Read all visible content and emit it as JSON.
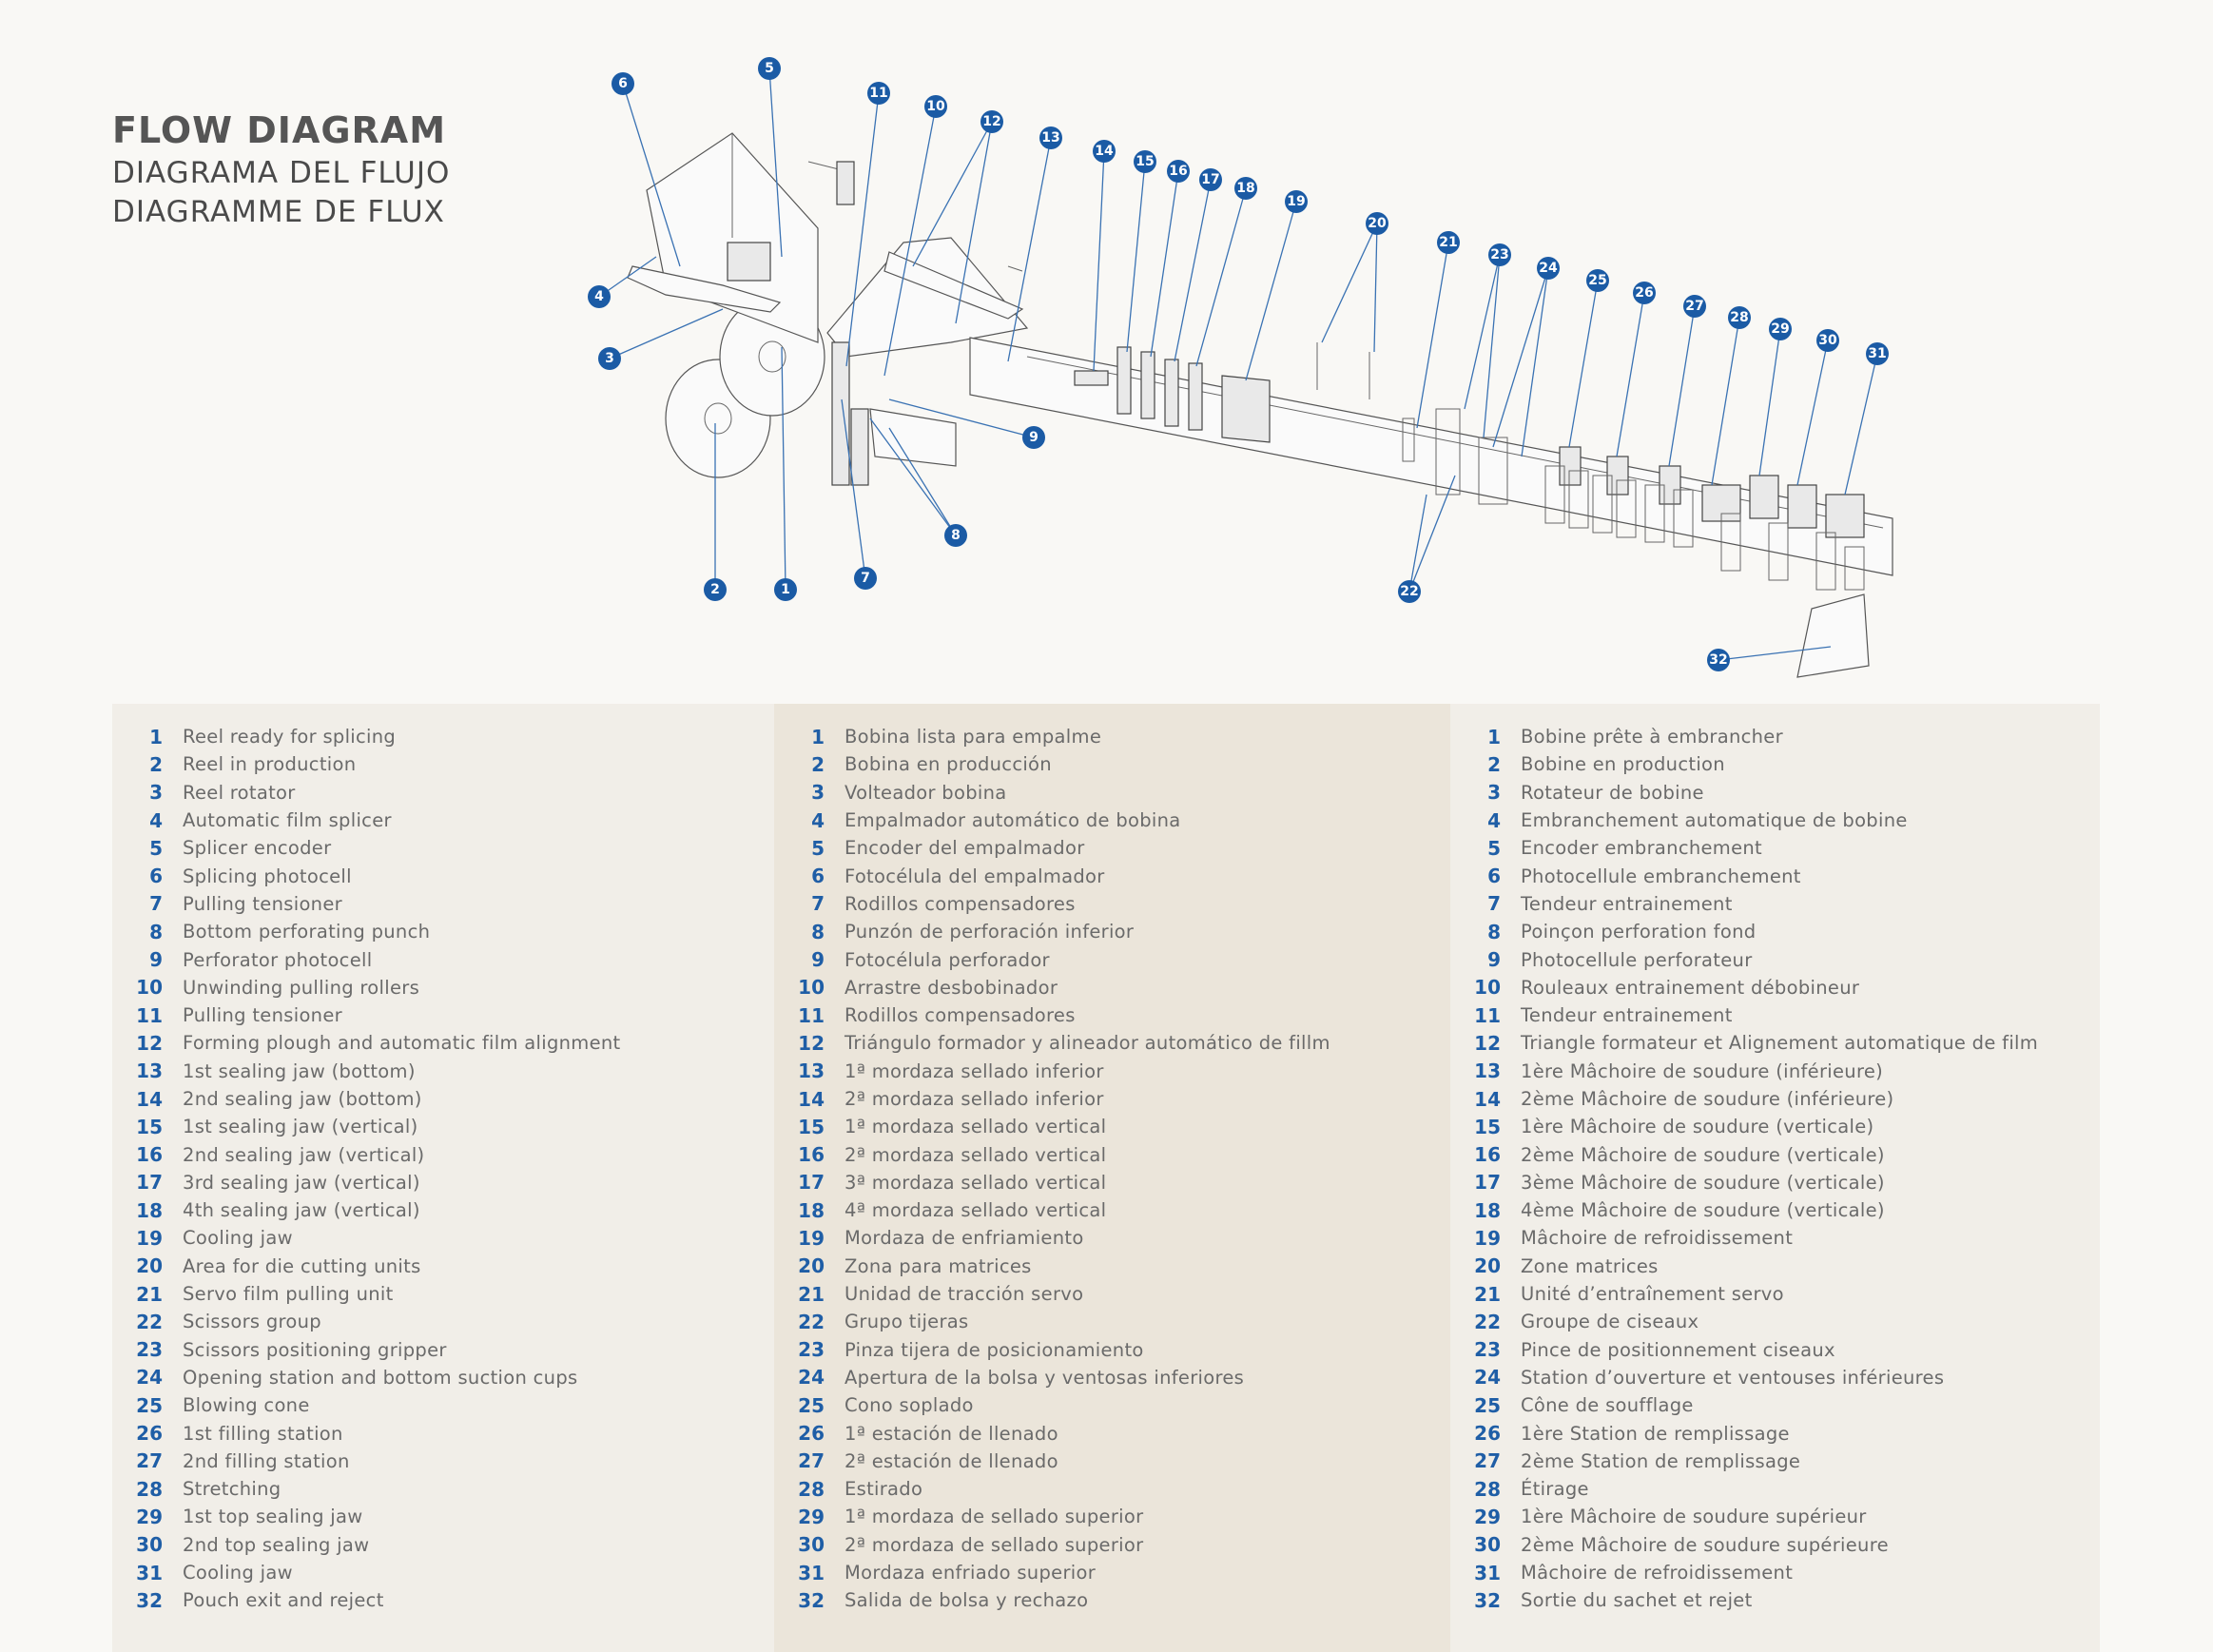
{
  "titles": {
    "en": "FLOW DIAGRAM",
    "es": "DIAGRAMA DEL FLUJO",
    "fr": "DIAGRAMME DE FLUX"
  },
  "legend": {
    "en": [
      {
        "n": "1",
        "t": "Reel ready for splicing"
      },
      {
        "n": "2",
        "t": "Reel in production"
      },
      {
        "n": "3",
        "t": "Reel rotator"
      },
      {
        "n": "4",
        "t": "Automatic film splicer"
      },
      {
        "n": "5",
        "t": "Splicer encoder"
      },
      {
        "n": "6",
        "t": "Splicing photocell"
      },
      {
        "n": "7",
        "t": "Pulling tensioner"
      },
      {
        "n": "8",
        "t": "Bottom perforating punch"
      },
      {
        "n": "9",
        "t": "Perforator photocell"
      },
      {
        "n": "10",
        "t": "Unwinding pulling rollers"
      },
      {
        "n": "11",
        "t": "Pulling tensioner"
      },
      {
        "n": "12",
        "t": "Forming plough and automatic film alignment"
      },
      {
        "n": "13",
        "t": "1st sealing jaw (bottom)"
      },
      {
        "n": "14",
        "t": "2nd sealing jaw (bottom)"
      },
      {
        "n": "15",
        "t": "1st sealing jaw (vertical)"
      },
      {
        "n": "16",
        "t": "2nd sealing jaw (vertical)"
      },
      {
        "n": "17",
        "t": "3rd sealing jaw (vertical)"
      },
      {
        "n": "18",
        "t": "4th sealing jaw (vertical)"
      },
      {
        "n": "19",
        "t": "Cooling jaw"
      },
      {
        "n": "20",
        "t": "Area for die cutting units"
      },
      {
        "n": "21",
        "t": "Servo film pulling unit"
      },
      {
        "n": "22",
        "t": "Scissors group"
      },
      {
        "n": "23",
        "t": "Scissors positioning gripper"
      },
      {
        "n": "24",
        "t": " Opening station and bottom suction cups"
      },
      {
        "n": "25",
        "t": "Blowing cone"
      },
      {
        "n": "26",
        "t": "1st filling station"
      },
      {
        "n": "27",
        "t": "2nd filling station"
      },
      {
        "n": "28",
        "t": "Stretching"
      },
      {
        "n": "29",
        "t": "1st top sealing jaw"
      },
      {
        "n": "30",
        "t": "2nd top sealing jaw"
      },
      {
        "n": "31",
        "t": "Cooling jaw"
      },
      {
        "n": "32",
        "t": "Pouch exit and reject"
      }
    ],
    "es": [
      {
        "n": "1",
        "t": "Bobina lista para empalme"
      },
      {
        "n": "2",
        "t": "Bobina en producción"
      },
      {
        "n": "3",
        "t": "Volteador bobina"
      },
      {
        "n": "4",
        "t": "Empalmador automático de bobina"
      },
      {
        "n": "5",
        "t": "Encoder del empalmador"
      },
      {
        "n": "6",
        "t": "Fotocélula del empalmador"
      },
      {
        "n": "7",
        "t": "Rodillos compensadores"
      },
      {
        "n": "8",
        "t": "Punzón de perforación inferior"
      },
      {
        "n": "9",
        "t": "Fotocélula perforador"
      },
      {
        "n": "10",
        "t": "Arrastre desbobinador"
      },
      {
        "n": "11",
        "t": "Rodillos compensadores"
      },
      {
        "n": "12",
        "t": "Triángulo formador y alineador automático de fillm"
      },
      {
        "n": "13",
        "t": "1ª mordaza sellado inferior"
      },
      {
        "n": "14",
        "t": "2ª mordaza sellado inferior"
      },
      {
        "n": "15",
        "t": "1ª mordaza sellado vertical"
      },
      {
        "n": "16",
        "t": "2ª mordaza sellado vertical"
      },
      {
        "n": "17",
        "t": "3ª mordaza sellado vertical"
      },
      {
        "n": "18",
        "t": "4ª mordaza sellado vertical"
      },
      {
        "n": "19",
        "t": "Mordaza de enfriamiento"
      },
      {
        "n": "20",
        "t": "Zona para matrices"
      },
      {
        "n": "21",
        "t": "Unidad de tracción servo"
      },
      {
        "n": "22",
        "t": "Grupo tijeras"
      },
      {
        "n": "23",
        "t": "Pinza tijera de posicionamiento"
      },
      {
        "n": "24",
        "t": "Apertura de la bolsa y ventosas inferiores"
      },
      {
        "n": "25",
        "t": "Cono soplado"
      },
      {
        "n": "26",
        "t": "1ª estación de llenado"
      },
      {
        "n": "27",
        "t": "2ª estación de llenado"
      },
      {
        "n": "28",
        "t": "Estirado"
      },
      {
        "n": "29",
        "t": "1ª mordaza de sellado superior"
      },
      {
        "n": "30",
        "t": "2ª mordaza de sellado superior"
      },
      {
        "n": "31",
        "t": "Mordaza enfriado superior"
      },
      {
        "n": "32",
        "t": "Salida de bolsa y rechazo"
      }
    ],
    "fr": [
      {
        "n": "1",
        "t": "Bobine prête à embrancher"
      },
      {
        "n": "2",
        "t": "Bobine  en production"
      },
      {
        "n": "3",
        "t": "Rotateur de bobine"
      },
      {
        "n": "4",
        "t": "Embranchement automatique de bobine"
      },
      {
        "n": "5",
        "t": "Encoder embranchement"
      },
      {
        "n": "6",
        "t": "Photocellule embranchement"
      },
      {
        "n": "7",
        "t": "Tendeur entrainement"
      },
      {
        "n": "8",
        "t": "Poinçon perforation fond"
      },
      {
        "n": "9",
        "t": "Photocellule perforateur"
      },
      {
        "n": "10",
        "t": "Rouleaux entrainement débobineur"
      },
      {
        "n": "11",
        "t": "Tendeur entrainement"
      },
      {
        "n": "12",
        "t": "Triangle formateur et Alignement automatique de film"
      },
      {
        "n": "13",
        "t": "1ère Mâchoire de soudure (inférieure)"
      },
      {
        "n": "14",
        "t": "2ème  Mâchoire de soudure (inférieure)"
      },
      {
        "n": "15",
        "t": "1ère Mâchoire de soudure (verticale)"
      },
      {
        "n": "16",
        "t": "2ème Mâchoire de soudure (verticale)"
      },
      {
        "n": "17",
        "t": "3ème Mâchoire de soudure (verticale)"
      },
      {
        "n": "18",
        "t": "4ème Mâchoire de soudure (verticale)"
      },
      {
        "n": "19",
        "t": "Mâchoire de refroidissement"
      },
      {
        "n": "20",
        "t": "Zone matrices"
      },
      {
        "n": "21",
        "t": "Unité d’entraînement servo"
      },
      {
        "n": "22",
        "t": "Groupe de ciseaux"
      },
      {
        "n": "23",
        "t": "Pince de positionnement ciseaux"
      },
      {
        "n": "24",
        "t": " Station d’ouverture et ventouses inférieures"
      },
      {
        "n": "25",
        "t": "Cône de soufflage"
      },
      {
        "n": "26",
        "t": "1ère Station de remplissage"
      },
      {
        "n": "27",
        "t": "2ème Station de remplissage"
      },
      {
        "n": "28",
        "t": "Étirage"
      },
      {
        "n": "29",
        "t": "1ère Mâchoire de soudure supérieur"
      },
      {
        "n": "30",
        "t": "2ème Mâchoire de soudure supérieure"
      },
      {
        "n": "31",
        "t": "Mâchoire de refroidissement"
      },
      {
        "n": "32",
        "t": "Sortie du sachet et rejet"
      }
    ]
  },
  "callouts": [
    "1",
    "2",
    "3",
    "4",
    "5",
    "6",
    "7",
    "8",
    "9",
    "10",
    "11",
    "12",
    "13",
    "14",
    "15",
    "16",
    "17",
    "18",
    "19",
    "20",
    "21",
    "22",
    "23",
    "24",
    "25",
    "26",
    "27",
    "28",
    "29",
    "30",
    "31",
    "32"
  ],
  "colors": {
    "accent": "#1b5ba5",
    "text": "#6a6a6a"
  }
}
